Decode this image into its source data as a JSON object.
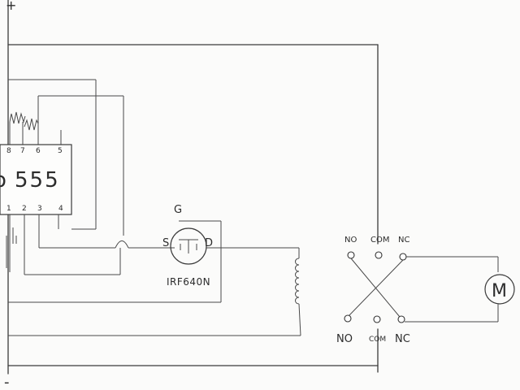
{
  "rails": {
    "positive": "+",
    "negative": "-"
  },
  "ic": {
    "name": "555",
    "prefix": "o",
    "pins_top": [
      "8",
      "7",
      "6",
      "5"
    ],
    "pins_bottom": [
      "1",
      "2",
      "3",
      "4"
    ]
  },
  "mosfet": {
    "part": "IRF640N",
    "gate": "G",
    "source": "S",
    "drain": "D"
  },
  "relay": {
    "top": [
      "NO",
      "COM",
      "NC"
    ],
    "bottom": [
      "NO",
      "COM",
      "NC"
    ]
  },
  "motor": {
    "label": "M"
  }
}
